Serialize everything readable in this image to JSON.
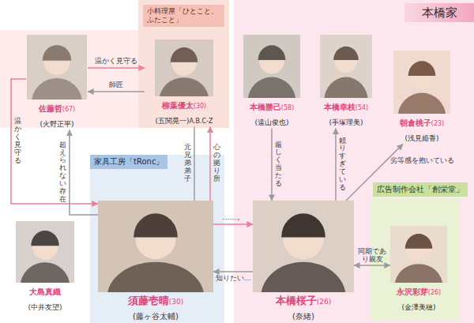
{
  "diagram": {
    "nodes": [
      {
        "text": [
          "佐藤哲",
          "(67)",
          "(火野正平)"
        ]
      },
      {
        "text": [
          "小料理屋「ひとこと、ふたこと」"
        ]
      },
      {
        "text": [
          "柳葉優太",
          "(30)",
          "(五関晃一)",
          "A.B.C-Z"
        ],
        "in": 1
      },
      {
        "text": [
          "本橋家"
        ]
      },
      {
        "text": [
          "本橋勝己",
          "(58)",
          "(遠山俊也)"
        ],
        "in": 3
      },
      {
        "text": [
          "本橋幸枝",
          "(54)",
          "(手塚理美)"
        ],
        "in": 3
      },
      {
        "text": [
          "朝倉桃子",
          "(23)",
          "(浅見姫香)"
        ],
        "in": 3
      },
      {
        "text": [
          "家具工房「tRonc」"
        ]
      },
      {
        "text": [
          "須藤壱晴",
          "(30)",
          "(藤ヶ谷太輔)"
        ],
        "in": 7
      },
      {
        "text": [
          "本橋桜子",
          "(26)",
          "(奈緒)"
        ],
        "in": 3
      },
      {
        "text": [
          "広告制作会社「創栄堂」"
        ],
        "in": 3
      },
      {
        "text": [
          "永沢彩芽",
          "(26)",
          "(金澤美穂)"
        ],
        "in": 10
      },
      {
        "text": [
          "大島真織",
          "(中井友望)"
        ]
      }
    ],
    "edges": [
      {
        "from": 0,
        "to": 2,
        "arrow": "to",
        "label": "温かく見守る"
      },
      {
        "from": 2,
        "to": 0,
        "arrow": "to",
        "label": "師匠"
      },
      {
        "from": 0,
        "to": 8,
        "arrow": "to",
        "label": "温かく見守る"
      },
      {
        "from": 8,
        "to": 0,
        "arrow": "to",
        "label": "超えられない存在"
      },
      {
        "from": 2,
        "to": 8,
        "arrow": "none",
        "label": "元兄弟弟子"
      },
      {
        "from": 8,
        "to": 2,
        "arrow": "to",
        "label": "心の拠り所"
      },
      {
        "from": 8,
        "to": 9,
        "arrow": "to",
        "label": "……。"
      },
      {
        "from": 9,
        "to": 8,
        "arrow": "to",
        "label": "知りたい…"
      },
      {
        "from": 4,
        "to": 9,
        "arrow": "to",
        "label": "厳しく当たる"
      },
      {
        "from": 9,
        "to": 5,
        "arrow": "to",
        "label": "頼りすぎている"
      },
      {
        "from": 9,
        "to": 6,
        "arrow": "to",
        "label": "劣等感を抱いている"
      },
      {
        "from": 9,
        "to": 11,
        "arrow": "both",
        "label": "同期であり親友"
      }
    ]
  }
}
